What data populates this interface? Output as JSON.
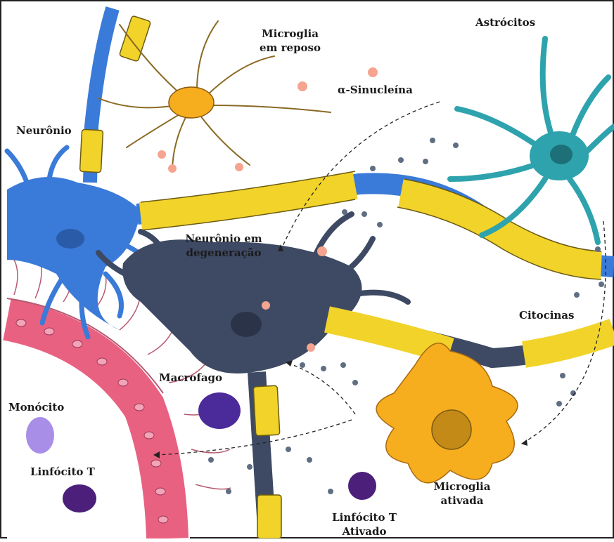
{
  "labels": {
    "neuron": "Neurônio",
    "resting_microglia": [
      "Microglia",
      "em reposo"
    ],
    "alpha_synuclein": "α-Sinucleína",
    "astrocytes": "Astrócitos",
    "degenerating_neuron": [
      "Neurônio em",
      "degeneração"
    ],
    "cytokines": "Citocinas",
    "macrophage": "Macrofago",
    "monocyte": "Monócito",
    "t_lymphocyte": "Linfócito T",
    "activated_t_lymphocyte": [
      "Linfócito T",
      "Ativado"
    ],
    "activated_microglia": [
      "Microglia",
      "ativada"
    ]
  },
  "colors": {
    "neuron_blue": "#3a7ad8",
    "myelin_yellow": "#f2d32a",
    "degenerating_neuron": "#3e4a64",
    "astrocyte_teal": "#2ea3ad",
    "microglia_orange": "#f6ad1e",
    "vessel_pink": "#e8587a",
    "alpha_synuclein_dot": "#f5a48f",
    "cytokine_dot": "#5f6e82",
    "t_cell_purple": "#4b1f7a",
    "monocyte_lilac": "#a98ee8"
  }
}
